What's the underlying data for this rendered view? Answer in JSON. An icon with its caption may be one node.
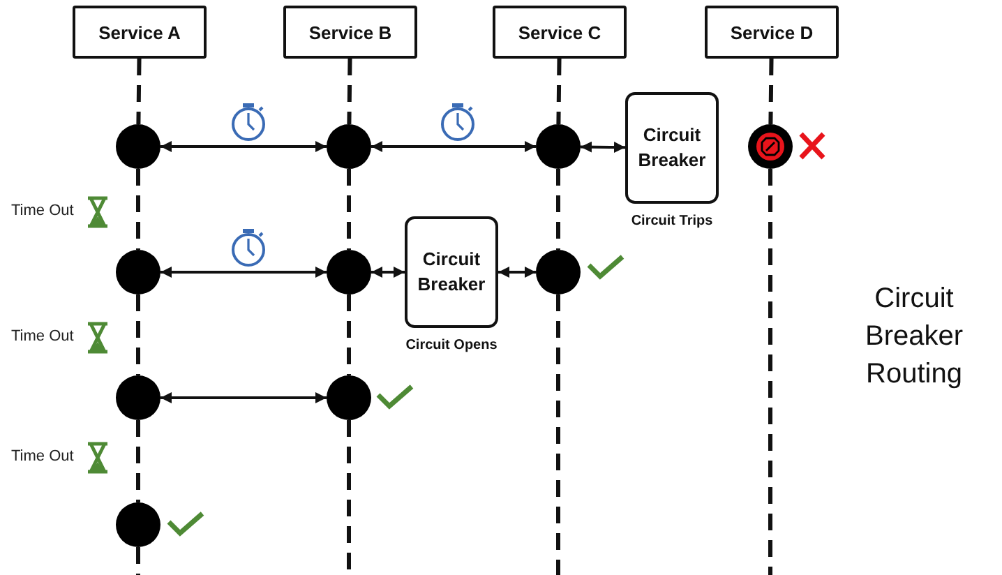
{
  "diagram": {
    "title": "Circuit Breaker Routing",
    "nodes": [
      {
        "text": [
          "Service A"
        ]
      },
      {
        "text": [
          "Service B"
        ]
      },
      {
        "text": [
          "Service C"
        ]
      },
      {
        "text": [
          "Service D"
        ]
      },
      {
        "text": [],
        "shape": "circle"
      },
      {
        "text": [],
        "shape": "circle"
      },
      {
        "text": [],
        "shape": "circle"
      },
      {
        "text": [
          "Circuit Breaker"
        ],
        "beside": [
          "Circuit Trips"
        ]
      },
      {
        "text": [],
        "shape": "circle"
      },
      {
        "text": [],
        "shape": "circle"
      },
      {
        "text": [],
        "shape": "circle"
      },
      {
        "text": [
          "Circuit Breaker"
        ],
        "beside": [
          "Circuit Opens"
        ]
      },
      {
        "text": [],
        "shape": "circle"
      },
      {
        "text": [],
        "shape": "circle"
      },
      {
        "text": [],
        "shape": "circle"
      },
      {
        "text": [],
        "shape": "circle"
      }
    ],
    "edges": [
      {
        "from": 0,
        "to": 4,
        "arrow": "none",
        "style": "dashed"
      },
      {
        "from": 4,
        "to": 9,
        "arrow": "none",
        "style": "dashed"
      },
      {
        "from": 9,
        "to": 13,
        "arrow": "none",
        "style": "dashed"
      },
      {
        "from": 13,
        "to": 15,
        "arrow": "none",
        "style": "dashed"
      },
      {
        "from": 1,
        "to": 5,
        "arrow": "none",
        "style": "dashed"
      },
      {
        "from": 5,
        "to": 10,
        "arrow": "none",
        "style": "dashed"
      },
      {
        "from": 10,
        "to": 14,
        "arrow": "none",
        "style": "dashed"
      },
      {
        "from": 2,
        "to": 6,
        "arrow": "none",
        "style": "dashed"
      },
      {
        "from": 6,
        "to": 12,
        "arrow": "none",
        "style": "dashed"
      },
      {
        "from": 3,
        "to": 8,
        "arrow": "none",
        "style": "dashed"
      },
      {
        "from": 4,
        "to": 5,
        "arrow": "both"
      },
      {
        "from": 5,
        "to": 6,
        "arrow": "both"
      },
      {
        "from": 6,
        "to": 7,
        "arrow": "both"
      },
      {
        "from": 9,
        "to": 10,
        "arrow": "both"
      },
      {
        "from": 10,
        "to": 11,
        "arrow": "both"
      },
      {
        "from": 11,
        "to": 12,
        "arrow": "both"
      },
      {
        "from": 13,
        "to": 14,
        "arrow": "both"
      }
    ],
    "labels": [
      "Time Out",
      "Time Out",
      "Time Out"
    ]
  }
}
